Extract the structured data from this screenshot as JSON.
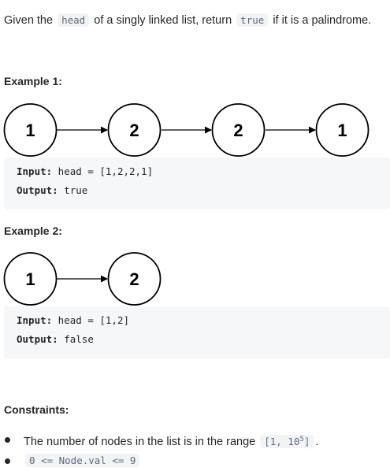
{
  "intro": {
    "p1": "Given the",
    "c1": "head",
    "p2": "of a singly linked list, return",
    "c2": "true",
    "p3": "if it is a palindrome."
  },
  "example1": {
    "heading": "Example 1:",
    "nodes": [
      "1",
      "2",
      "2",
      "1"
    ],
    "input_label": "Input:",
    "input_value": " head = [1,2,2,1]",
    "output_label": "Output:",
    "output_value": " true"
  },
  "example2": {
    "heading": "Example 2:",
    "nodes": [
      "1",
      "2"
    ],
    "input_label": "Input:",
    "input_value": " head = [1,2]",
    "output_label": "Output:",
    "output_value": " false"
  },
  "constraints": {
    "heading": "Constraints:",
    "item1_text": "The number of nodes in the list is in the range",
    "item1_code_a": "[1, 10",
    "item1_sup": "5",
    "item1_code_b": "]",
    "item1_tail": ".",
    "item2_code": "0 <= Node.val <= 9"
  }
}
